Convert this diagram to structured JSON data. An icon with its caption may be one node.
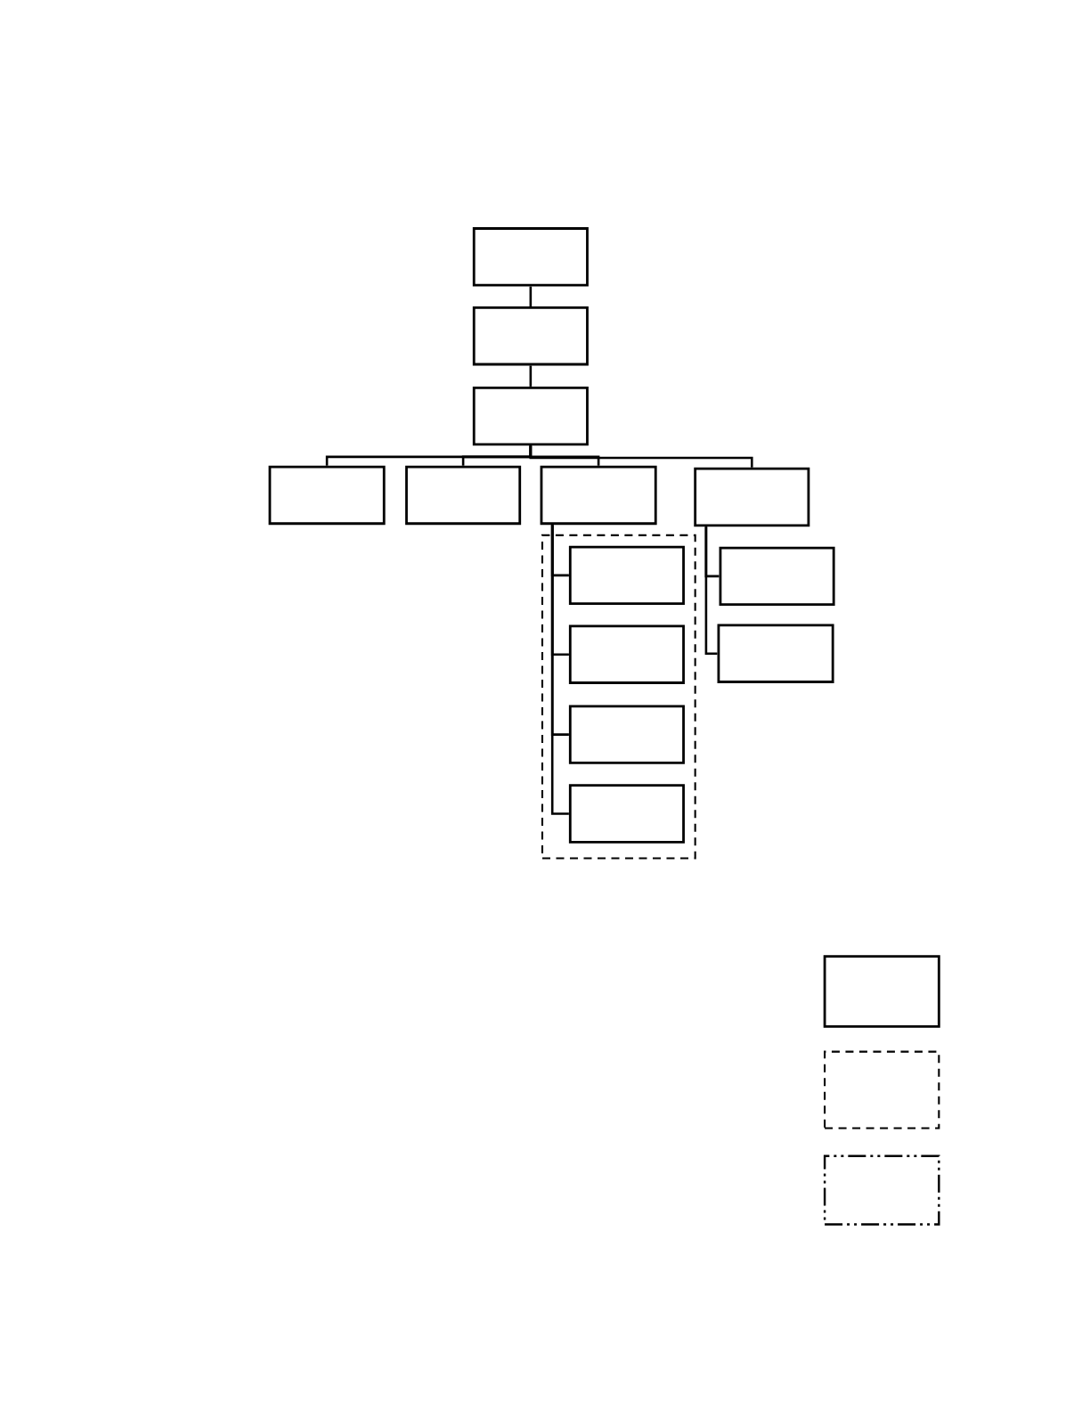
{
  "diagram": {
    "nodes": [
      {
        "text": [],
        "shape": "box"
      },
      {
        "text": [],
        "shape": "box"
      },
      {
        "text": [],
        "shape": "box"
      },
      {
        "text": [],
        "shape": "box"
      },
      {
        "text": [],
        "shape": "box"
      },
      {
        "text": [],
        "shape": "box"
      },
      {
        "text": [],
        "shape": "box"
      },
      {
        "text": [],
        "shape": "box"
      },
      {
        "text": [],
        "shape": "box",
        "in": 7
      },
      {
        "text": [],
        "shape": "box",
        "in": 7
      },
      {
        "text": [],
        "shape": "box",
        "in": 7
      },
      {
        "text": [],
        "shape": "box",
        "in": 7
      },
      {
        "text": [],
        "shape": "box"
      },
      {
        "text": [],
        "shape": "box"
      },
      {
        "text": [],
        "shape": "box"
      },
      {
        "text": [],
        "shape": "box"
      },
      {
        "text": [],
        "shape": "box"
      }
    ],
    "edges": [
      {
        "from": 0,
        "to": 1,
        "arrow": "none"
      },
      {
        "from": 1,
        "to": 2,
        "arrow": "none"
      },
      {
        "from": 2,
        "to": 3,
        "arrow": "none"
      },
      {
        "from": 2,
        "to": 4,
        "arrow": "none"
      },
      {
        "from": 2,
        "to": 5,
        "arrow": "none"
      },
      {
        "from": 2,
        "to": 6,
        "arrow": "none"
      },
      {
        "from": 5,
        "to": 8,
        "arrow": "none"
      },
      {
        "from": 5,
        "to": 9,
        "arrow": "none"
      },
      {
        "from": 5,
        "to": 10,
        "arrow": "none"
      },
      {
        "from": 5,
        "to": 11,
        "arrow": "none"
      },
      {
        "from": 6,
        "to": 12,
        "arrow": "none"
      },
      {
        "from": 6,
        "to": 13,
        "arrow": "none"
      }
    ]
  }
}
